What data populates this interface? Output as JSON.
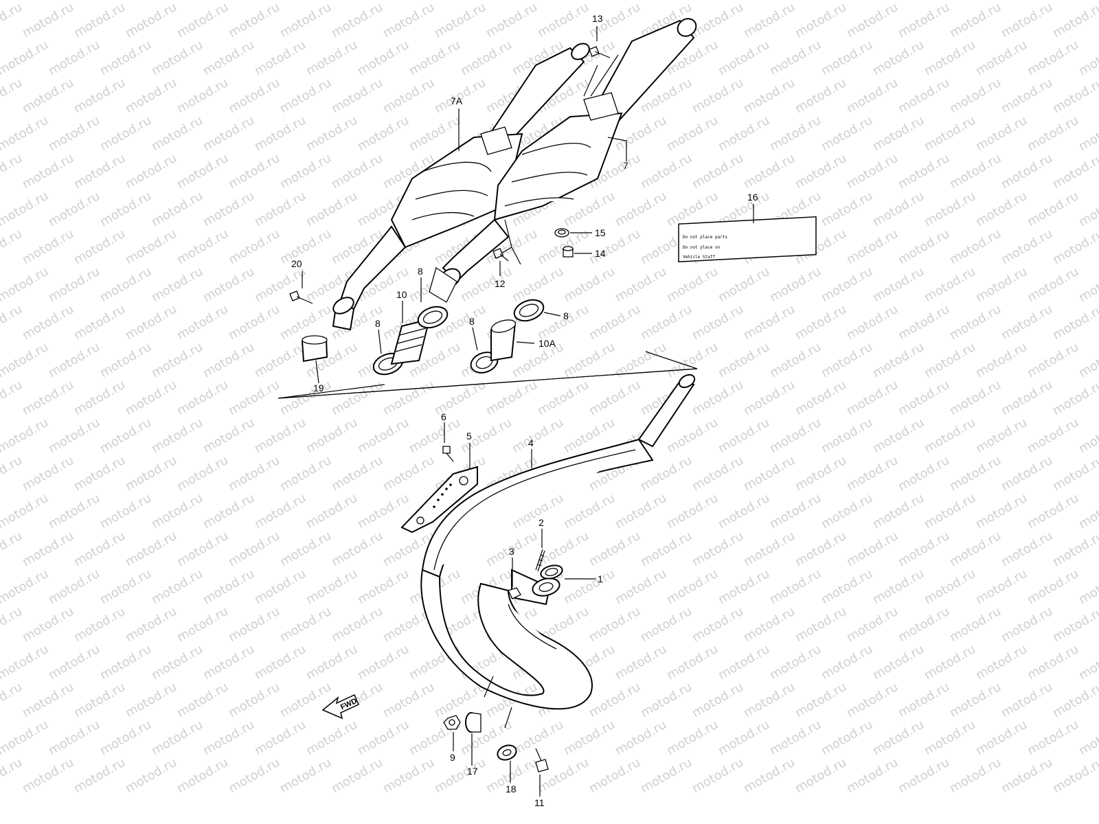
{
  "watermark": "motod.ru",
  "fwd_label": "FWD",
  "parts": [
    {
      "id": "p1",
      "label": "1"
    },
    {
      "id": "p2",
      "label": "2"
    },
    {
      "id": "p3",
      "label": "3"
    },
    {
      "id": "p4",
      "label": "4"
    },
    {
      "id": "p5",
      "label": "5"
    },
    {
      "id": "p6",
      "label": "6"
    },
    {
      "id": "p7",
      "label": "7"
    },
    {
      "id": "p7a",
      "label": "7A"
    },
    {
      "id": "p8a",
      "label": "8"
    },
    {
      "id": "p8b",
      "label": "8"
    },
    {
      "id": "p8c",
      "label": "8"
    },
    {
      "id": "p8d",
      "label": "8"
    },
    {
      "id": "p9",
      "label": "9"
    },
    {
      "id": "p10",
      "label": "10"
    },
    {
      "id": "p10a",
      "label": "10A"
    },
    {
      "id": "p11",
      "label": "11"
    },
    {
      "id": "p12",
      "label": "12"
    },
    {
      "id": "p13",
      "label": "13"
    },
    {
      "id": "p14",
      "label": "14"
    },
    {
      "id": "p15",
      "label": "15"
    },
    {
      "id": "p16",
      "label": "16"
    },
    {
      "id": "p17",
      "label": "17"
    },
    {
      "id": "p18",
      "label": "18"
    },
    {
      "id": "p19",
      "label": "19"
    },
    {
      "id": "p20",
      "label": "20"
    }
  ],
  "sticker_lines": [
    "Do not place parts",
    "Do not place on",
    "Vehicle Staff"
  ]
}
